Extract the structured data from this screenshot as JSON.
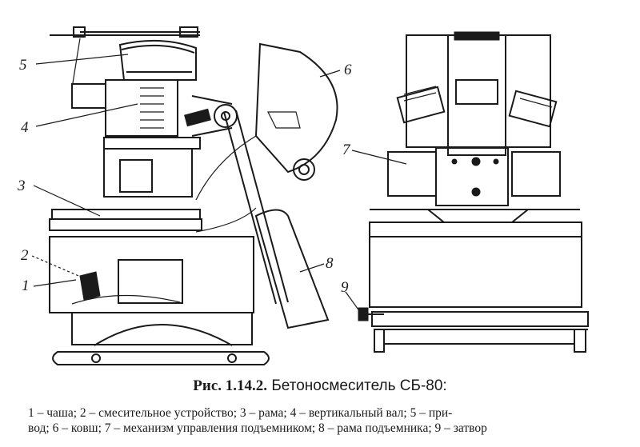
{
  "figure": {
    "caption_prefix": "Рис. 1.14.2.",
    "caption_title": "Бетоносмеситель СБ-80:",
    "legend_line_1": "1 – чаша;  2 – смесительное устройство;  3 – рама;  4 – вертикальный вал;  5 – при-",
    "legend_line_2": "вод;  6 – ковш;  7 – механизм управления подъемником;  8 – рама подъемника;  9 – затвор",
    "callouts": [
      "5",
      "4",
      "3",
      "2",
      "1",
      "6",
      "8",
      "7",
      "9"
    ]
  }
}
